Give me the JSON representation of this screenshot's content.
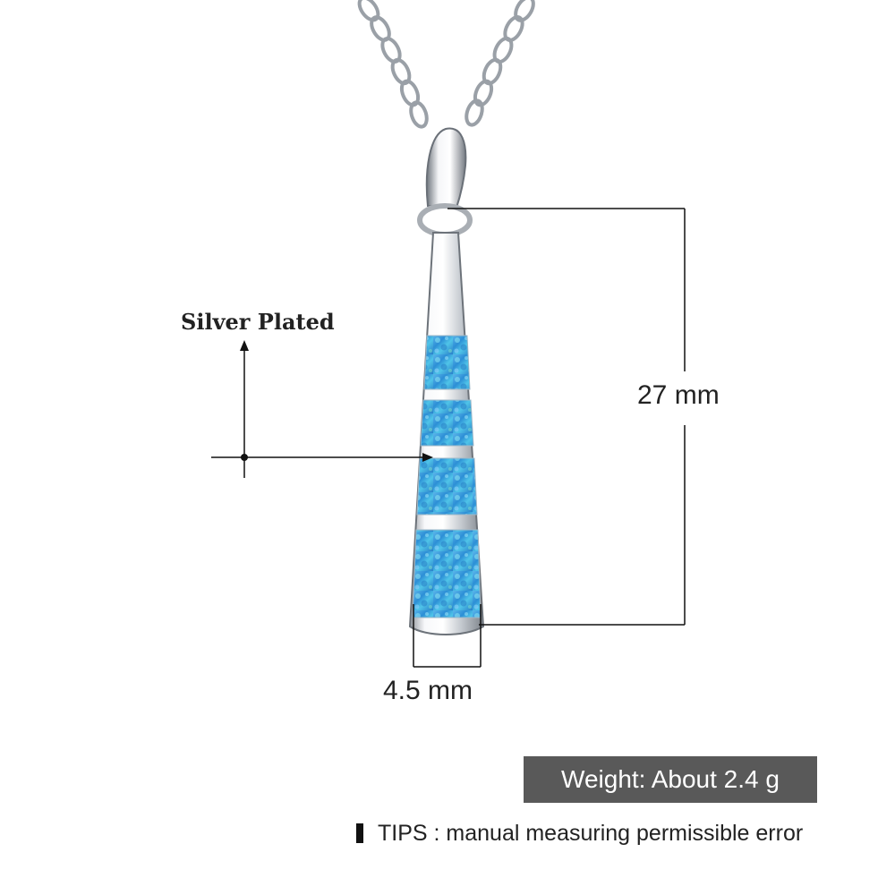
{
  "product": {
    "material_label": "Silver Plated",
    "height_label": "27 mm",
    "width_label": "4.5 mm",
    "weight_label": "Weight: About 2.4 g",
    "tips_label": "TIPS : manual measuring permissible error"
  },
  "colors": {
    "background": "#ffffff",
    "metal": "#d8dce0",
    "opal": "#3a9fd8",
    "opal_highlight": "#7fe0f0",
    "badge": "#595959",
    "line": "#111111"
  },
  "icons": {
    "tips_marker": "square-bullet-icon"
  }
}
